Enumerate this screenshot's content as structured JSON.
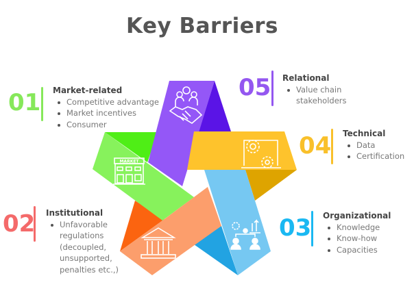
{
  "title": "Key Barriers",
  "colors": {
    "market": "#86e85a",
    "relational": "#9457f0",
    "technical": "#f9c02a",
    "institutional": "#f46a6a",
    "organizational": "#1ab8f2"
  },
  "barriers": [
    {
      "number": "01",
      "heading": "Market-related",
      "items": [
        "Competitive advantage",
        "Market incentives",
        "Consumer"
      ],
      "icon": "market-icon"
    },
    {
      "number": "02",
      "heading": "Institutional",
      "items": [
        "Unfavorable regulations (decoupled, unsupported, penalties etc.,)"
      ],
      "icon": "bank-icon"
    },
    {
      "number": "03",
      "heading": "Organizational",
      "items": [
        "Knowledge",
        "Know-how",
        "Capacities"
      ],
      "icon": "organization-icon"
    },
    {
      "number": "04",
      "heading": "Technical",
      "items": [
        "Data",
        "Certification"
      ],
      "icon": "laptop-gears-icon"
    },
    {
      "number": "05",
      "heading": "Relational",
      "items": [
        "Value chain stakeholders"
      ],
      "icon": "handshake-icon"
    }
  ],
  "market_sign": "MARKET"
}
